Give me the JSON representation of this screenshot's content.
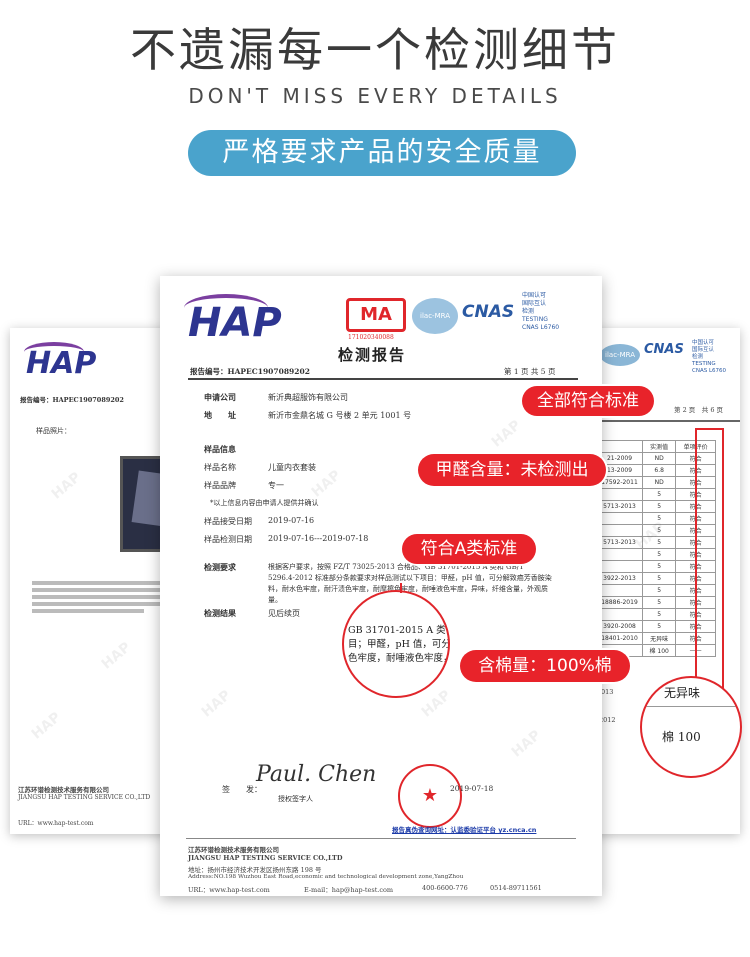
{
  "header": {
    "title": "不遗漏每一个检测细节",
    "subtitle": "DON'T MISS EVERY DETAILS",
    "pill": "严格要求产品的安全质量"
  },
  "report": {
    "logo": "HAP",
    "cma_code": "171020340088",
    "ilac": "ilac-MRA",
    "cnas": "CNAS",
    "cnas_cn_1": "中国认可",
    "cnas_cn_2": "国际互认",
    "cnas_cn_3": "检测",
    "cnas_testing": "TESTING",
    "cnas_no": "CNAS L6760",
    "doc_title": "检测报告",
    "report_no_label": "报告编号：",
    "report_no": "HAPEC1907089202",
    "page": "第 1 页 共 5 页",
    "applicant_label": "申请公司",
    "applicant": "新沂典超服饰有限公司",
    "address_label": "地　　址",
    "address": "新沂市金鼎名城 G 号楼 2 单元 1001 号",
    "sample_info_label": "样品信息",
    "sample_name_label": "样品名称",
    "sample_name": "儿童内衣套装",
    "sample_brand_label": "样品品牌",
    "sample_brand": "专一",
    "note": "*以上信息内容由申请人提供并确认",
    "received_label": "样品接受日期",
    "received": "2019-07-16",
    "tested_label": "样品检测日期",
    "tested": "2019-07-16---2019-07-18",
    "requirement_label": "检测要求",
    "requirement": "根据客户要求，按照 FZ/T 73025-2013 合格品、GB 31701-2015 A 类和 GB/T 5296.4-2012 标准部分条款要求对样品测试以下项目：甲醛，pH 值，可分解致癌芳香胺染料，耐水色牢度，耐汗渍色牢度，耐摩擦色牢度，耐唾液色牢度，异味，纤维含量，外观质量。",
    "result_label": "检测结果",
    "result": "见后续页",
    "sign_label": "签　　发：",
    "signer_title": "授权签字人",
    "sign_date": "2019-07-18",
    "verify": "报告真伪查询网址：认监委验证平台 yz.cnca.cn",
    "company_cn": "江苏环谱检测技术服务有限公司",
    "company_en": "JIANGSU HAP TESTING SERVICE CO.,LTD",
    "addr_cn": "地址：扬州市经济技术开发区扬州东路 198 号",
    "addr_en": "Address:NO.198 Wuzhou East Road,economic and technological development zone,YangZhou",
    "url": "URL：www.hap-test.com",
    "email": "E-mail：hap@hap-test.com",
    "tel": "400-6600-776",
    "fax": "0514-89711561"
  },
  "zoom_left": {
    "line1": "GB 31701-2015 A 类",
    "line2": "目；甲醛，pH 值，可分",
    "line3": "色牢度，耐唾液色牢度，"
  },
  "left_doc": {
    "report_no": "报告编号：HAPEC1907089202",
    "photo_label": "样品照片：",
    "footer_company": "江苏环谱检测技术服务有限公司",
    "footer_en": "JIANGSU HAP TESTING SERVICE CO.,LTD",
    "footer_url": "URL：www.hap-test.com"
  },
  "right_doc": {
    "page": "第 2 页　共 6 页",
    "col_result": "实测值",
    "col_judge": "单项评价",
    "rows": [
      [
        "21-2009",
        "ND",
        "符合"
      ],
      [
        "13-2009",
        "6.8",
        "符合"
      ],
      [
        "17592-2011",
        "ND",
        "符合"
      ],
      [
        "",
        "5",
        "符合"
      ],
      [
        "5713-2013",
        "5",
        "符合"
      ],
      [
        "",
        "5",
        "符合"
      ],
      [
        "",
        "5",
        "符合"
      ],
      [
        "5713-2013",
        "5",
        "符合"
      ],
      [
        "",
        "5",
        "符合"
      ],
      [
        "",
        "5",
        "符合"
      ],
      [
        "3922-2013",
        "5",
        "符合"
      ],
      [
        "",
        "5",
        "符合"
      ],
      [
        "18886-2019",
        "5",
        "符合"
      ],
      [
        "",
        "5",
        "符合"
      ],
      [
        "3920-2008",
        "5",
        "符合"
      ],
      [
        "18401-2010",
        "无异味",
        "符合"
      ],
      [
        "",
        "棉 100",
        "——"
      ]
    ],
    "row_labels": [
      "73025-2013",
      "5296.4-2012"
    ],
    "odor": "无异味",
    "cotton": "棉 100"
  },
  "callouts": {
    "all_pass": "全部符合标准",
    "formaldehyde": "甲醛含量：未检测出",
    "class_a": "符合A类标准",
    "cotton": "含棉量：100%棉"
  },
  "colors": {
    "accent_red": "#e8232a",
    "pill_blue": "#4aa3cc",
    "hap_blue": "#2d3590"
  }
}
